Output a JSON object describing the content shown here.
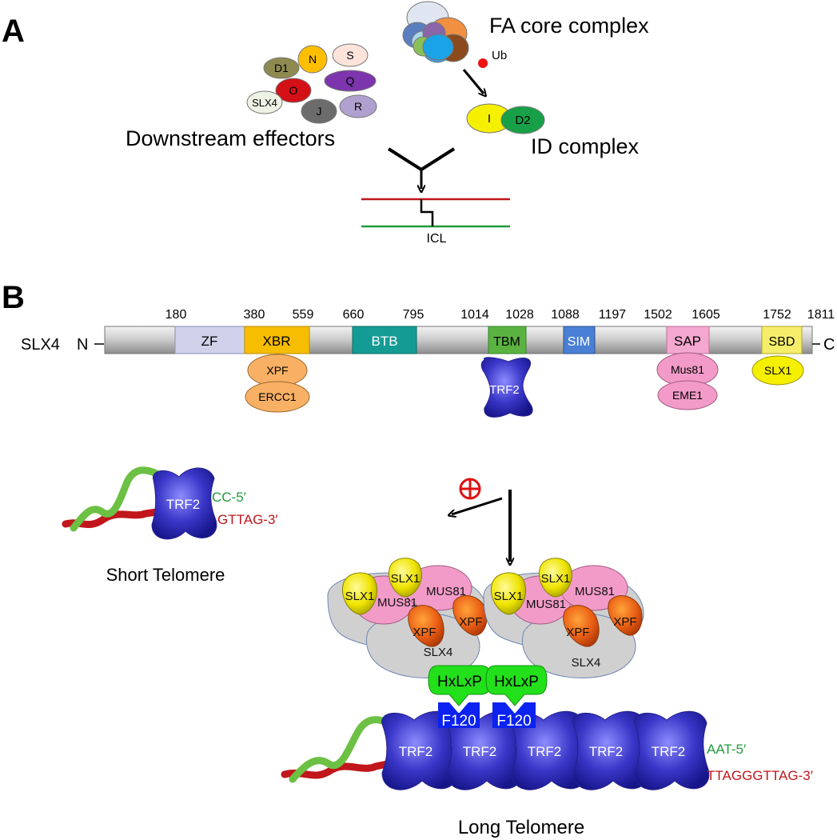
{
  "panel_a": {
    "label": "A",
    "fa_core_label": "FA core complex",
    "ub_label": "Ub",
    "effectors_label": "Downstream effectors",
    "id_complex_label": "ID complex",
    "icl_label": "ICL",
    "proteins": {
      "d1": "D1",
      "n": "N",
      "s": "S",
      "q": "Q",
      "o": "O",
      "slx4": "SLX4",
      "j": "J",
      "r": "R",
      "i": "I",
      "d2": "D2"
    }
  },
  "panel_b": {
    "label": "B",
    "protein_name": "SLX4",
    "n_term": "N",
    "c_term": "C",
    "positions": [
      "180",
      "380",
      "559",
      "660",
      "795",
      "1014",
      "1028",
      "1088",
      "1197",
      "1502",
      "1605",
      "1752",
      "1811"
    ],
    "domains": {
      "zf": "ZF",
      "xbr": "XBR",
      "btb": "BTB",
      "tbm": "TBM",
      "sim": "SIM",
      "sap": "SAP",
      "sbd": "SBD"
    },
    "binders": {
      "xpf": "XPF",
      "ercc1": "ERCC1",
      "trf2": "TRF2",
      "mus81": "Mus81",
      "eme1": "EME1",
      "slx1": "SLX1"
    },
    "short_telomere": {
      "title": "Short Telomere",
      "trf2": "TRF2",
      "strand_green": "CC-5′",
      "strand_red": "GTTAG-3′"
    },
    "long_telomere": {
      "title": "Long Telomere",
      "trf2": "TRF2",
      "strand_green": "AAT-5′",
      "strand_red": "TTAGGGTTAG-3′",
      "motif": "HxLxP",
      "f120": "F120",
      "complex": {
        "slx1": "SLX1",
        "mus81": "MUS81",
        "xpf": "XPF",
        "slx4": "SLX4"
      }
    },
    "plus_symbol": "⊕"
  },
  "colors": {
    "red_strand": "#c0161c",
    "green_strand": "#1f9a3a",
    "trf2_blue": "#3a36c8",
    "slx1_yellow": "#f2ea00",
    "mus81_pink": "#f29bc8",
    "xpf_orange": "#ee6a1a",
    "hxlxp_green": "#22e01a",
    "f120_blue": "#0b22f0"
  }
}
